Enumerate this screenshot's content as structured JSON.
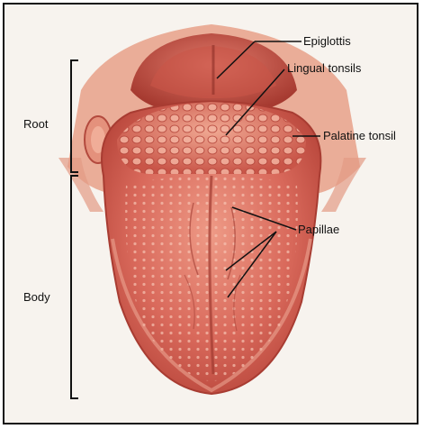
{
  "labels": {
    "epiglottis": "Epiglottis",
    "lingual_tonsils": "Lingual tonsils",
    "palatine_tonsil": "Palatine tonsil",
    "papillae": "Papillae",
    "root": "Root",
    "body": "Body"
  },
  "colors": {
    "background": "#f7f3ee",
    "tongue": "#d9695b",
    "tongue_dark": "#b8463b",
    "tongue_light": "#ee9a86",
    "tissue": "#e8a088",
    "leader_line": "#111111"
  }
}
